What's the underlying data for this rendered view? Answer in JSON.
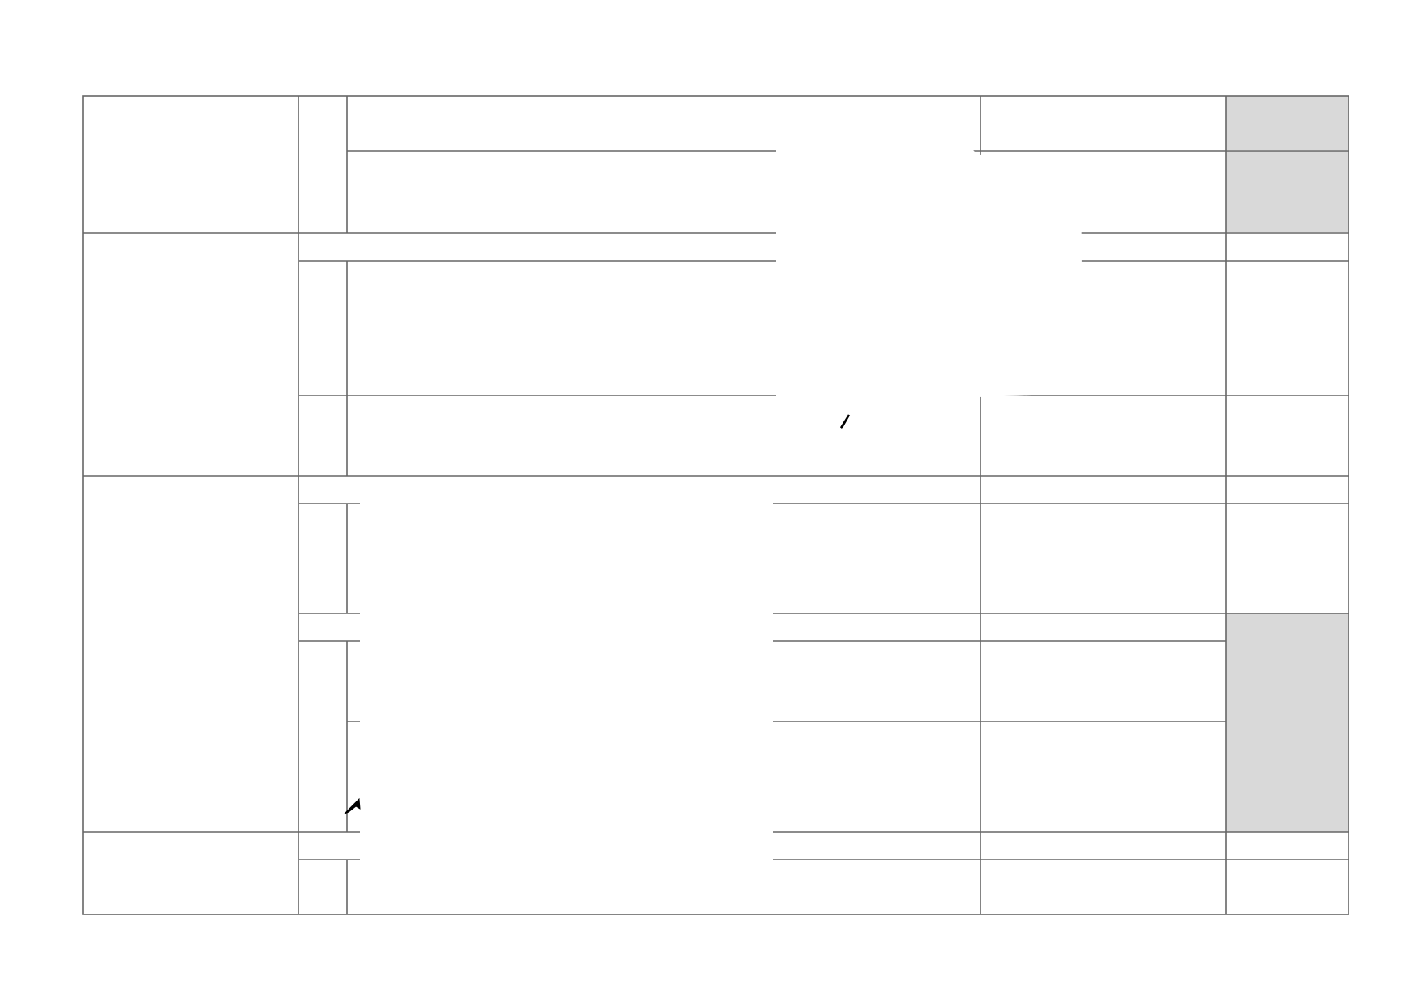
{
  "page": {
    "background": "#ffffff",
    "line_color": "#666666",
    "shade_color": "#d9d9d9"
  },
  "table": {
    "sections": [
      {
        "label": "",
        "rows": 2
      },
      {
        "label": "",
        "rows": 3
      },
      {
        "label": "",
        "rows": 5
      },
      {
        "label": "",
        "rows": 2
      }
    ],
    "shaded_cells": [
      {
        "section": 0,
        "rows": "1",
        "column": "last"
      },
      {
        "section": 0,
        "rows": "2",
        "column": "last"
      },
      {
        "section": 2,
        "rows": "3-5",
        "column": "last"
      }
    ]
  },
  "overlays": [
    {
      "name": "white-patch-upper",
      "description_visible": false
    },
    {
      "name": "white-patch-lower",
      "description_visible": false
    }
  ],
  "marks": [
    {
      "name": "pen-mark-upper",
      "glyph": "stroke"
    },
    {
      "name": "pen-mark-lower",
      "glyph": "arrowhead"
    }
  ]
}
